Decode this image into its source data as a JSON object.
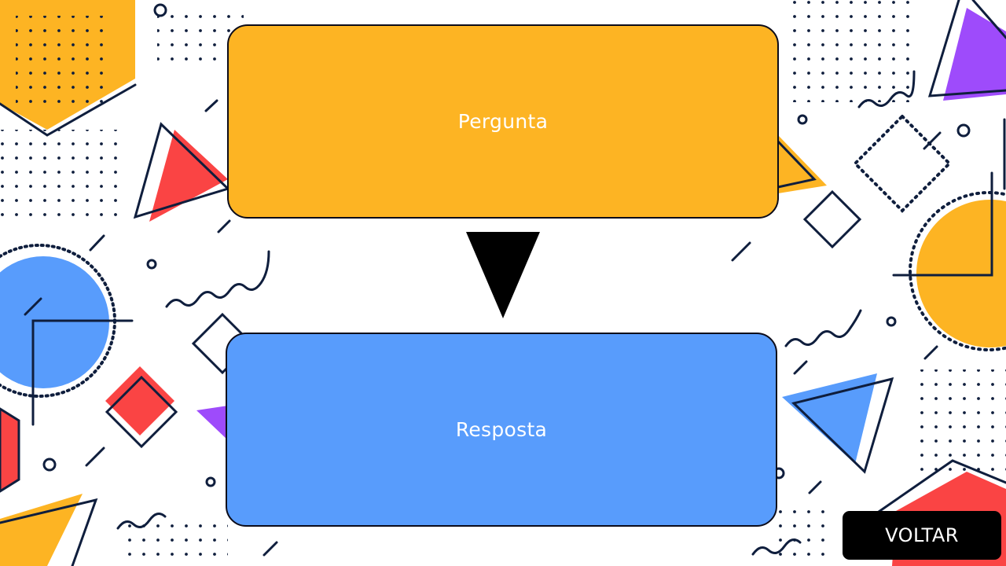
{
  "flashcard": {
    "question_label": "Pergunta",
    "answer_label": "Resposta"
  },
  "navigation": {
    "back_label": "VOLTAR"
  },
  "colors": {
    "question_card": "#FDB423",
    "answer_card": "#589CFC",
    "arrow": "#000000",
    "back_button": "#000000",
    "accent_red": "#FA4444",
    "accent_purple": "#9E4BFB",
    "outline_navy": "#0F1E3D"
  },
  "icons": {
    "arrow": "down-triangle-arrow-icon",
    "background": "memphis-geometric-pattern"
  }
}
